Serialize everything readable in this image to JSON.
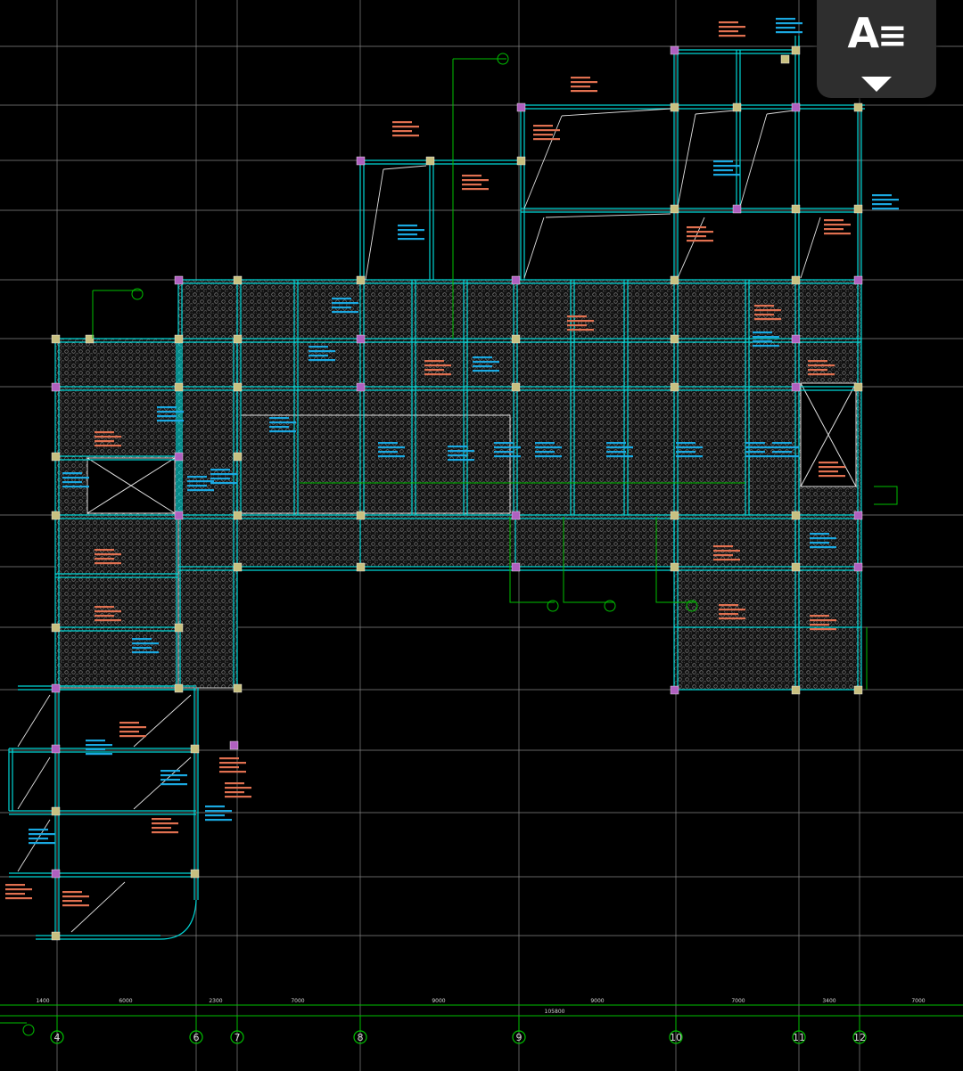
{
  "toolbar": {
    "text_toggle_label": "A",
    "text_toggle_icon": "text-list-icon",
    "dropdown_icon": "chevron-down-icon"
  },
  "drawing": {
    "grid_axes": [
      "4",
      "6",
      "7",
      "8",
      "9",
      "10",
      "11",
      "12"
    ],
    "dimensions": [
      "1400",
      "6000",
      "2300",
      "7000",
      "9000",
      "9000",
      "7000",
      "3400",
      "7000"
    ],
    "total_dimension": "105800",
    "colors": {
      "grid": "#d0d0d0",
      "axis": "#00ff00",
      "beam": "#00e5e5",
      "column": "#b060c0",
      "note_red": "#e07050",
      "note_blue": "#1aa8e0",
      "slab_hatch": "#9a9a9a"
    }
  }
}
